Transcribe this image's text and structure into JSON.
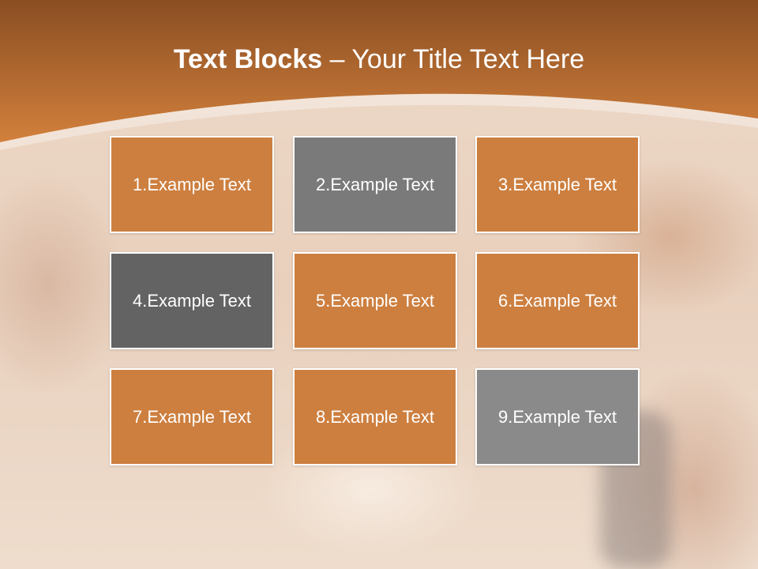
{
  "title": {
    "bold": "Text Blocks",
    "dash": "–",
    "rest": "Your Title Text Here"
  },
  "colors": {
    "header_top": "#8a4e22",
    "header_bottom": "#d2803c",
    "orange_block": "#cd7f3f",
    "gray_block": "#7a7a7a",
    "dark_gray_block": "#636363",
    "light_gray_block": "#8a8a8a"
  },
  "blocks": [
    {
      "label": "1.Example Text",
      "color": "#cd7f3f"
    },
    {
      "label": "2.Example Text",
      "color": "#7a7a7a"
    },
    {
      "label": "3.Example Text",
      "color": "#cd7f3f"
    },
    {
      "label": "4.Example Text",
      "color": "#636363"
    },
    {
      "label": "5.Example Text",
      "color": "#cd7f3f"
    },
    {
      "label": "6.Example Text",
      "color": "#cd7f3f"
    },
    {
      "label": "7.Example Text",
      "color": "#cd7f3f"
    },
    {
      "label": "8.Example Text",
      "color": "#cd7f3f"
    },
    {
      "label": "9.Example Text",
      "color": "#8a8a8a"
    }
  ]
}
